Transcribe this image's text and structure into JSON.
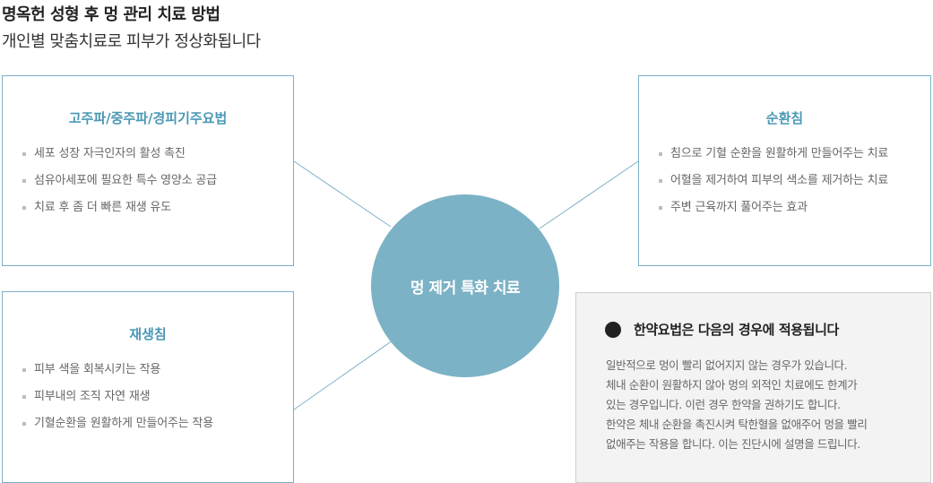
{
  "header": {
    "title": "명옥헌 성형 후 멍 관리 치료 방법",
    "subtitle": "개인별 맞춤치료로 피부가 정상화됩니다"
  },
  "center": {
    "label": "멍 제거 특화 치료"
  },
  "boxes": {
    "top_left": {
      "title": "고주파/중주파/경피기주요법",
      "items": [
        "세포 성장 자극인자의 활성 촉진",
        "섬유아세포에 필요한 특수 영양소 공급",
        "치료 후 좀 더 빠른 재생 유도"
      ]
    },
    "bottom_left": {
      "title": "재생침",
      "items": [
        "피부 색을 회복시키는 작용",
        "피부내의 조직 자연 재생",
        "기혈순환을 원활하게 만들어주는 작용"
      ]
    },
    "top_right": {
      "title": "순환침",
      "items": [
        "침으로 기혈 순환을 원활하게 만들어주는 치료",
        "어혈을 제거하여 피부의 색소를 제거하는 치료",
        "주변 근육까지 풀어주는 효과"
      ]
    }
  },
  "note": {
    "title": "한약요법은 다음의 경우에 적용됩니다",
    "lines": [
      "일반적으로 멍이 빨리 없어지지 않는 경우가 있습니다.",
      "체내 순환이 원활하지 않아 멍의 외적인 치료에도 한계가",
      "있는 경우입니다. 이런 경우 한약을 권하기도 합니다.",
      "한약은 체내 순환을 촉진시켜 탁한혈을 없애주어 멍을 빨리",
      "없애주는 작용을 합니다. 이는 진단시에 설명을 드립니다."
    ]
  },
  "colors": {
    "accent": "#4a98b5",
    "circle": "#7cb2c5",
    "border": "#7ab0c6",
    "note_bg": "#f3f3f3"
  }
}
